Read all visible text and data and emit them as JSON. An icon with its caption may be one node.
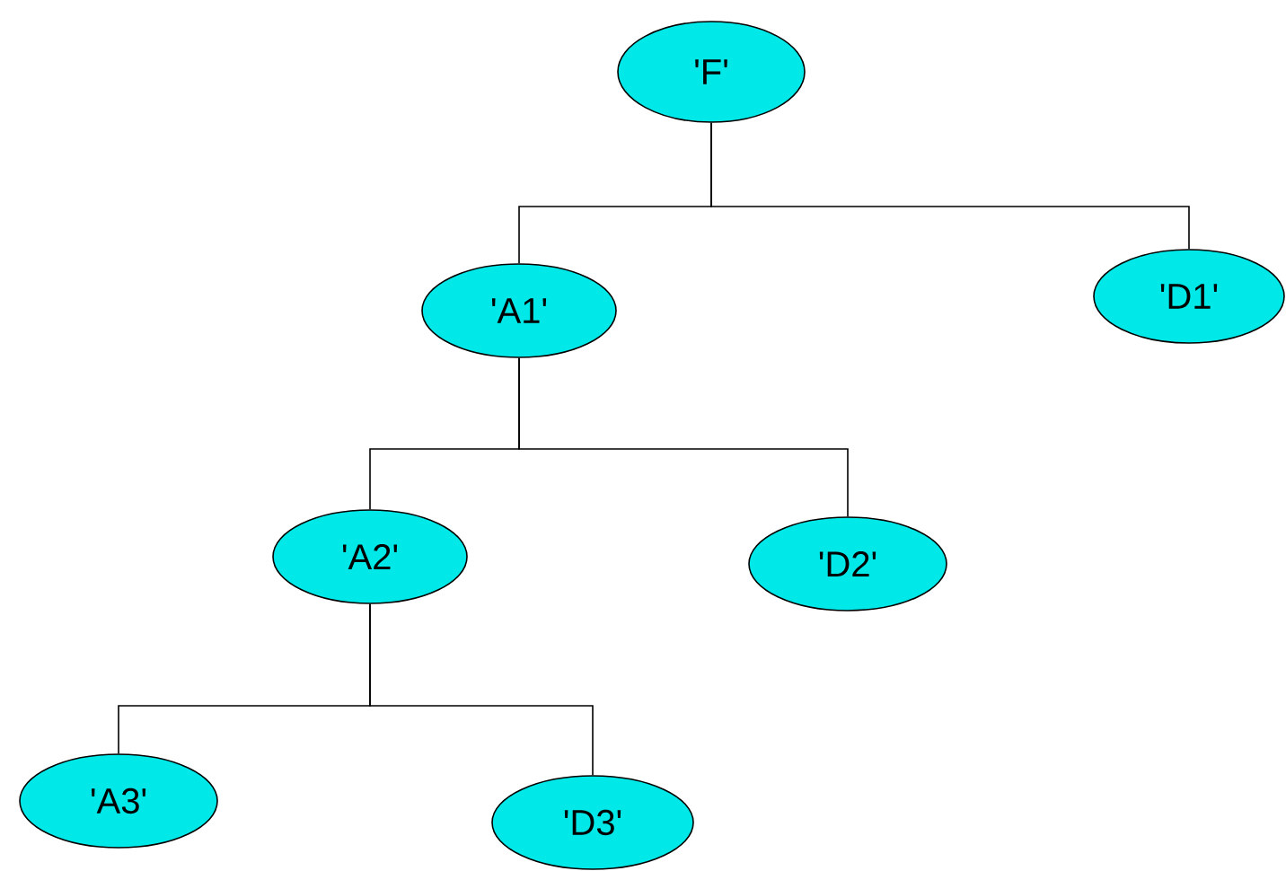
{
  "diagram": {
    "nodes": [
      {
        "text": [
          "'F'"
        ]
      },
      {
        "text": [
          "'A1'"
        ]
      },
      {
        "text": [
          "'D1'"
        ]
      },
      {
        "text": [
          "'A2'"
        ]
      },
      {
        "text": [
          "'D2'"
        ]
      },
      {
        "text": [
          "'A3'"
        ]
      },
      {
        "text": [
          "'D3'"
        ]
      }
    ],
    "edges": [
      {
        "from": 0,
        "to": 1,
        "arrow": "none"
      },
      {
        "from": 0,
        "to": 2,
        "arrow": "none"
      },
      {
        "from": 1,
        "to": 3,
        "arrow": "none"
      },
      {
        "from": 1,
        "to": 4,
        "arrow": "none"
      },
      {
        "from": 3,
        "to": 5,
        "arrow": "none"
      },
      {
        "from": 3,
        "to": 6,
        "arrow": "none"
      }
    ]
  }
}
